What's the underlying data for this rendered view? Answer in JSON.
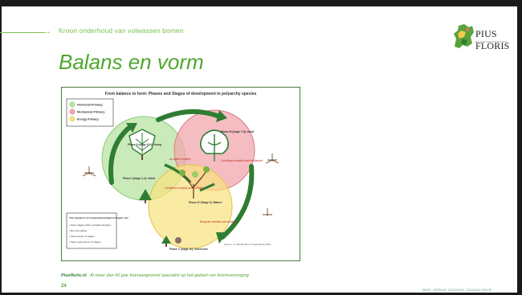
{
  "header": {
    "breadcrumb": "Kroon onderhoud van volwassen bomen"
  },
  "logo": {
    "name": "PIUS FLORIS",
    "subtitle": "BOOMVERZORGING"
  },
  "slide": {
    "title": "Balans en vorm",
    "page_number": "24"
  },
  "figure": {
    "title": "From balance to form: Phases and Stages of development in polyarchy species",
    "legend": [
      {
        "label": "Hormonal Primacy",
        "color": "#b9e3a2"
      },
      {
        "label": "Mechanical Primacy",
        "color": "#f2a7ad"
      },
      {
        "label": "Energy Primacy",
        "color": "#f8e27e"
      }
    ],
    "phases": {
      "phase1": "Phase I (stage 1-4): Infant",
      "phase2": "Phase II (stage 5-6): Young",
      "phase3": "Phase III (stage 7-8): Adult",
      "phase4": "Phase IV (Stage 9): Mature",
      "phase5": "Phase V (stage 10): Senescent"
    },
    "annotations": {
      "a1": "Accepted mortality",
      "a2": "Centrifugal mortality and heartbwood",
      "a3": "Centripetal mortality and ossilation",
      "a4": "Basipetal mortality and ossilation"
    },
    "notes_title": "The sequence of morphophysiological stages can:",
    "notes": [
      "• Have stages with a variable duration;",
      "• Be incomplete;",
      "• Have jumps of stages;",
      "• Have regressions of stages;"
    ],
    "source": "Source: G. Moralli (from P. Raimbault) 2013"
  },
  "footer": {
    "brand": "Piusfloris.nl",
    "tagline": "Al meer dan 40 jaar toonaangevend specialist op het gebied van boomverzorging",
    "credit": "Beter: Stefanijs Gonzonns, Giovanni Morali"
  },
  "colors": {
    "accent": "#4ea72e",
    "frame": "#1a1a1a",
    "hormonal": "#b9e3a2",
    "mechanical": "#f2a7ad",
    "energy": "#f8e27e"
  }
}
